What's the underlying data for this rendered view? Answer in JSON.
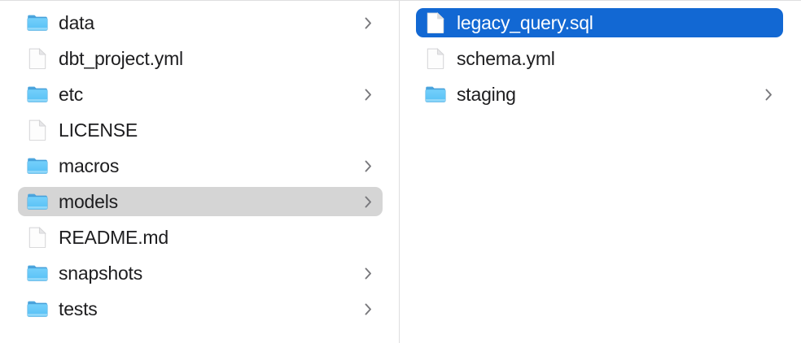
{
  "view": {
    "name": "finder-column-view",
    "columns": [
      {
        "id": "models-parent",
        "items": [
          {
            "label": "data",
            "icon": "folder-icon",
            "kind": "folder",
            "has_disclosure": true,
            "selected": false
          },
          {
            "label": "dbt_project.yml",
            "icon": "document-icon",
            "kind": "file",
            "has_disclosure": false,
            "selected": false
          },
          {
            "label": "etc",
            "icon": "folder-icon",
            "kind": "folder",
            "has_disclosure": true,
            "selected": false
          },
          {
            "label": "LICENSE",
            "icon": "document-icon",
            "kind": "file",
            "has_disclosure": false,
            "selected": false
          },
          {
            "label": "macros",
            "icon": "folder-icon",
            "kind": "folder",
            "has_disclosure": true,
            "selected": false
          },
          {
            "label": "models",
            "icon": "folder-icon",
            "kind": "folder",
            "has_disclosure": true,
            "selected": "gray"
          },
          {
            "label": "README.md",
            "icon": "document-icon",
            "kind": "file",
            "has_disclosure": false,
            "selected": false
          },
          {
            "label": "snapshots",
            "icon": "folder-icon",
            "kind": "folder",
            "has_disclosure": true,
            "selected": false
          },
          {
            "label": "tests",
            "icon": "folder-icon",
            "kind": "folder",
            "has_disclosure": true,
            "selected": false
          }
        ]
      },
      {
        "id": "models-contents",
        "items": [
          {
            "label": "legacy_query.sql",
            "icon": "document-icon",
            "kind": "file",
            "has_disclosure": false,
            "selected": "blue"
          },
          {
            "label": "schema.yml",
            "icon": "document-icon",
            "kind": "file",
            "has_disclosure": false,
            "selected": false
          },
          {
            "label": "staging",
            "icon": "folder-icon",
            "kind": "folder",
            "has_disclosure": true,
            "selected": false
          }
        ]
      }
    ]
  },
  "colors": {
    "selection_blue": "#1268d3",
    "selection_gray": "#d5d5d5",
    "text_primary": "#1d1d1f",
    "text_selected": "#ffffff",
    "divider": "#dededf",
    "folder_blue": "#5cc0f5",
    "background": "#ffffff"
  }
}
